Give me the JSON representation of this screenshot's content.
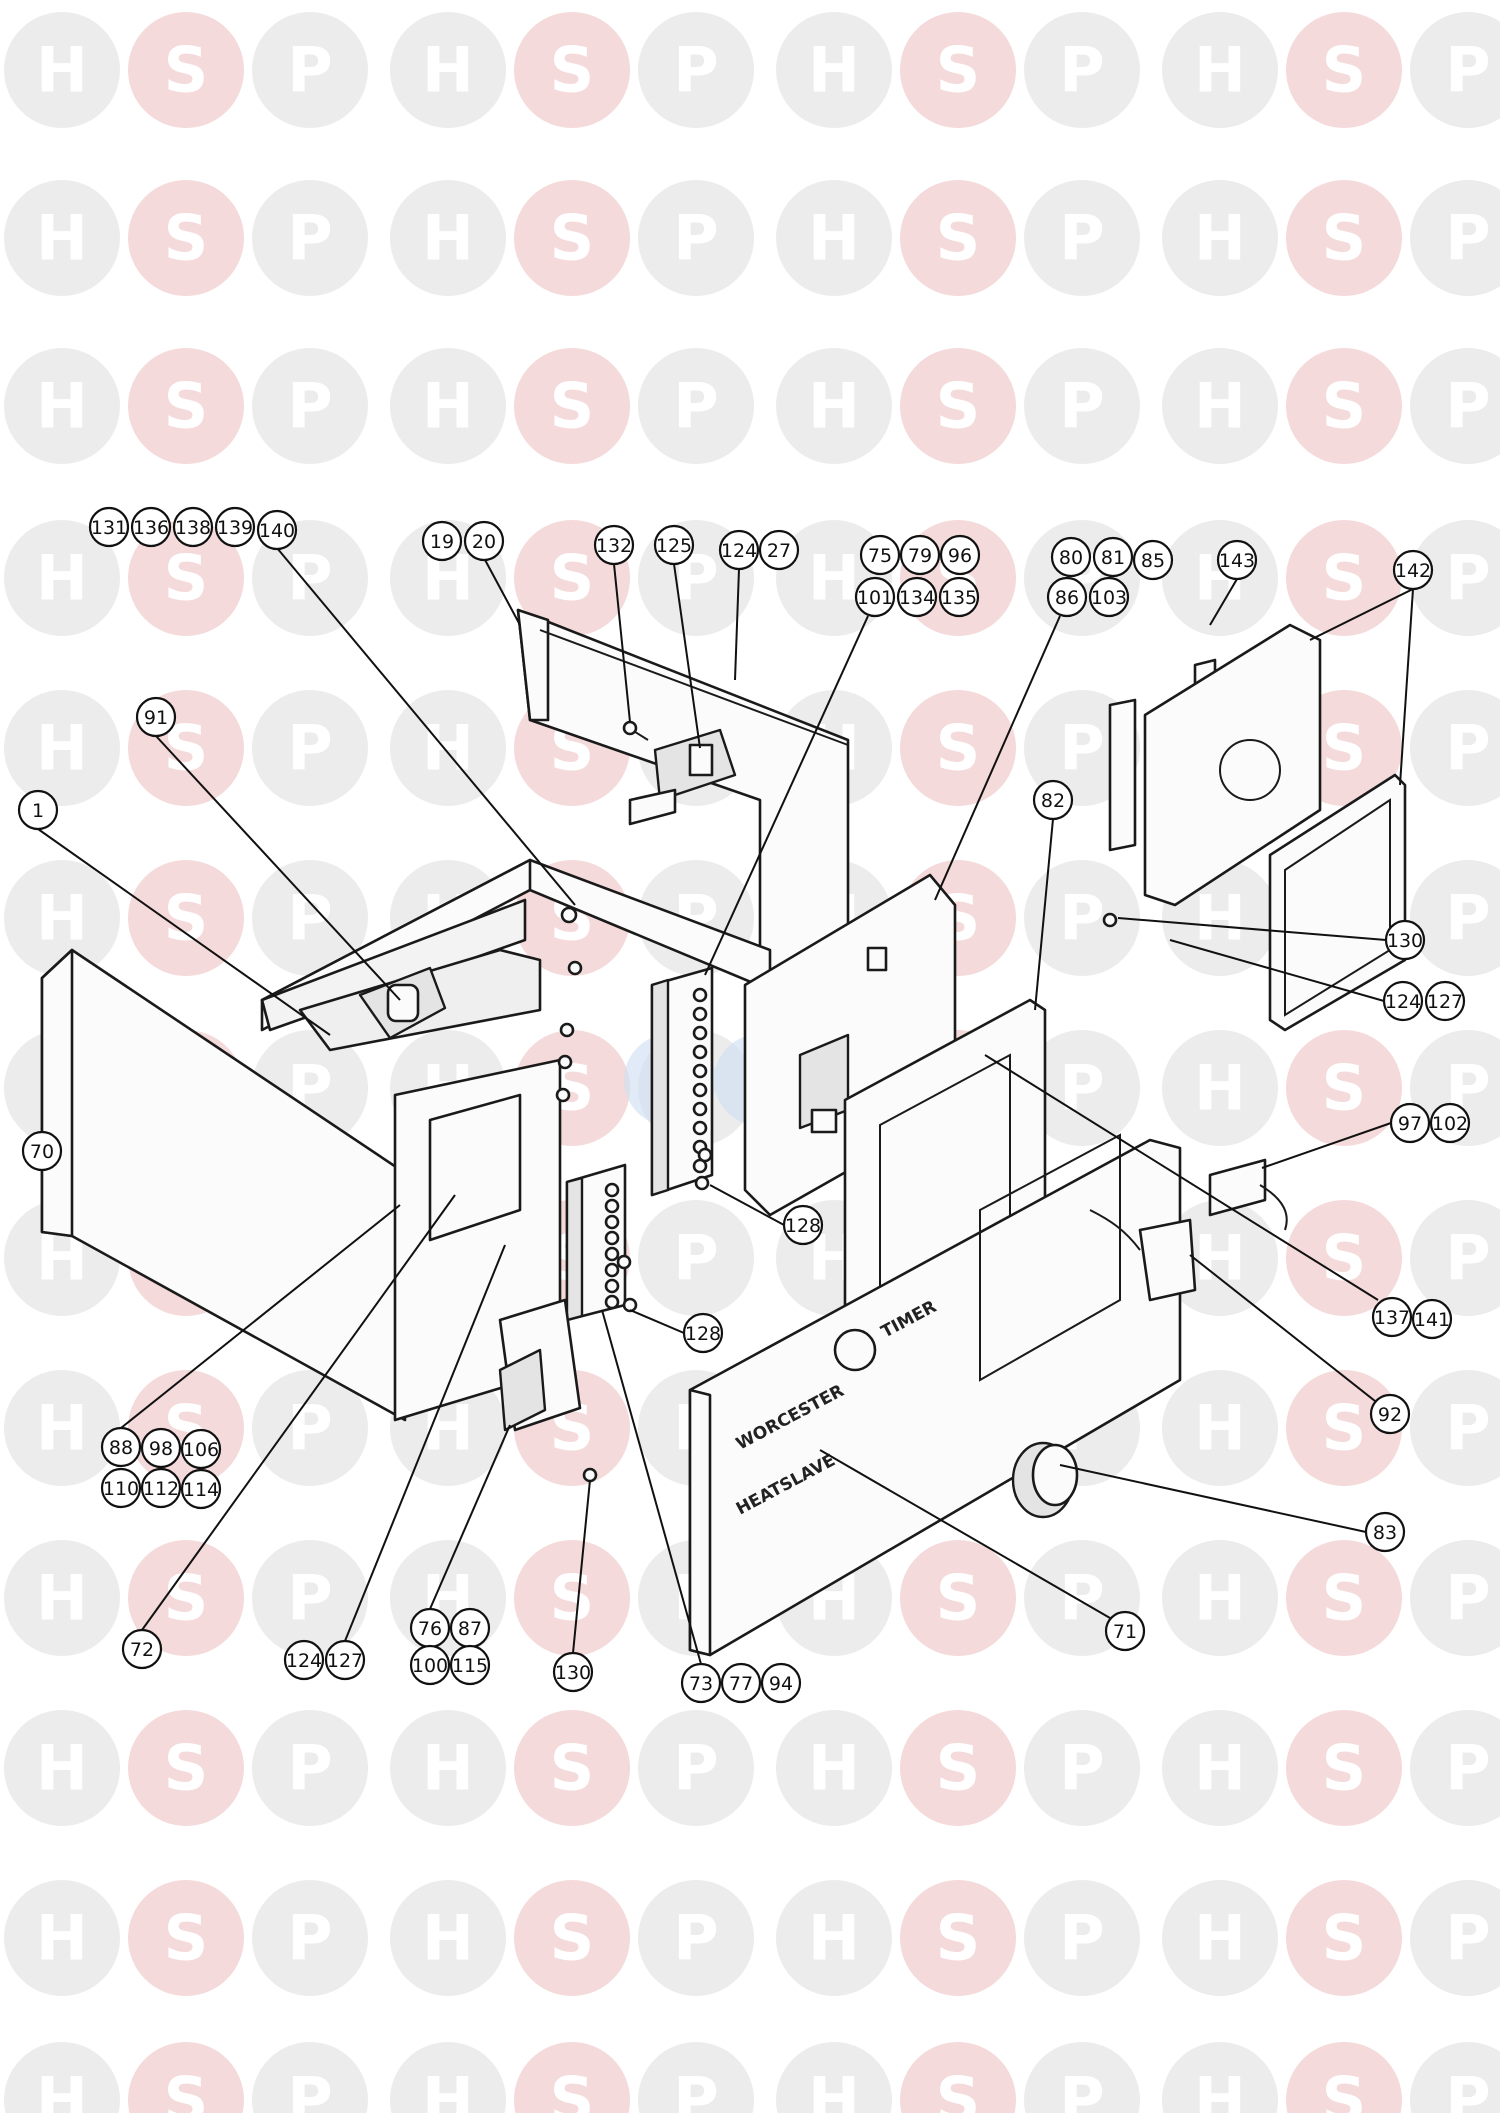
{
  "watermark": {
    "letters": [
      "H",
      "S",
      "P"
    ]
  },
  "diagram": {
    "front_panel_brand": "WORCESTER",
    "front_panel_model": "HEATSLAVE",
    "front_panel_timer": "TIMER"
  },
  "callouts": [
    {
      "id": "c131",
      "label": "131"
    },
    {
      "id": "c136",
      "label": "136"
    },
    {
      "id": "c138",
      "label": "138"
    },
    {
      "id": "c139",
      "label": "139"
    },
    {
      "id": "c140",
      "label": "140"
    },
    {
      "id": "c19",
      "label": "19"
    },
    {
      "id": "c20",
      "label": "20"
    },
    {
      "id": "c132",
      "label": "132"
    },
    {
      "id": "c125",
      "label": "125"
    },
    {
      "id": "c124a",
      "label": "124"
    },
    {
      "id": "c27",
      "label": "27"
    },
    {
      "id": "c75",
      "label": "75"
    },
    {
      "id": "c79",
      "label": "79"
    },
    {
      "id": "c96",
      "label": "96"
    },
    {
      "id": "c101",
      "label": "101"
    },
    {
      "id": "c134",
      "label": "134"
    },
    {
      "id": "c135",
      "label": "135"
    },
    {
      "id": "c80",
      "label": "80"
    },
    {
      "id": "c81",
      "label": "81"
    },
    {
      "id": "c85",
      "label": "85"
    },
    {
      "id": "c86",
      "label": "86"
    },
    {
      "id": "c103",
      "label": "103"
    },
    {
      "id": "c143",
      "label": "143"
    },
    {
      "id": "c142",
      "label": "142"
    },
    {
      "id": "c91",
      "label": "91"
    },
    {
      "id": "c1",
      "label": "1"
    },
    {
      "id": "c82",
      "label": "82"
    },
    {
      "id": "c130a",
      "label": "130"
    },
    {
      "id": "c124b",
      "label": "124"
    },
    {
      "id": "c127a",
      "label": "127"
    },
    {
      "id": "c70",
      "label": "70"
    },
    {
      "id": "c97",
      "label": "97"
    },
    {
      "id": "c102",
      "label": "102"
    },
    {
      "id": "c128a",
      "label": "128"
    },
    {
      "id": "c128b",
      "label": "128"
    },
    {
      "id": "c137",
      "label": "137"
    },
    {
      "id": "c141",
      "label": "141"
    },
    {
      "id": "c92",
      "label": "92"
    },
    {
      "id": "c88",
      "label": "88"
    },
    {
      "id": "c98",
      "label": "98"
    },
    {
      "id": "c106",
      "label": "106"
    },
    {
      "id": "c110",
      "label": "110"
    },
    {
      "id": "c112",
      "label": "112"
    },
    {
      "id": "c114",
      "label": "114"
    },
    {
      "id": "c83",
      "label": "83"
    },
    {
      "id": "c71",
      "label": "71"
    },
    {
      "id": "c72",
      "label": "72"
    },
    {
      "id": "c124c",
      "label": "124"
    },
    {
      "id": "c127b",
      "label": "127"
    },
    {
      "id": "c76",
      "label": "76"
    },
    {
      "id": "c87",
      "label": "87"
    },
    {
      "id": "c100",
      "label": "100"
    },
    {
      "id": "c115",
      "label": "115"
    },
    {
      "id": "c130b",
      "label": "130"
    },
    {
      "id": "c73",
      "label": "73"
    },
    {
      "id": "c77",
      "label": "77"
    },
    {
      "id": "c94",
      "label": "94"
    }
  ]
}
